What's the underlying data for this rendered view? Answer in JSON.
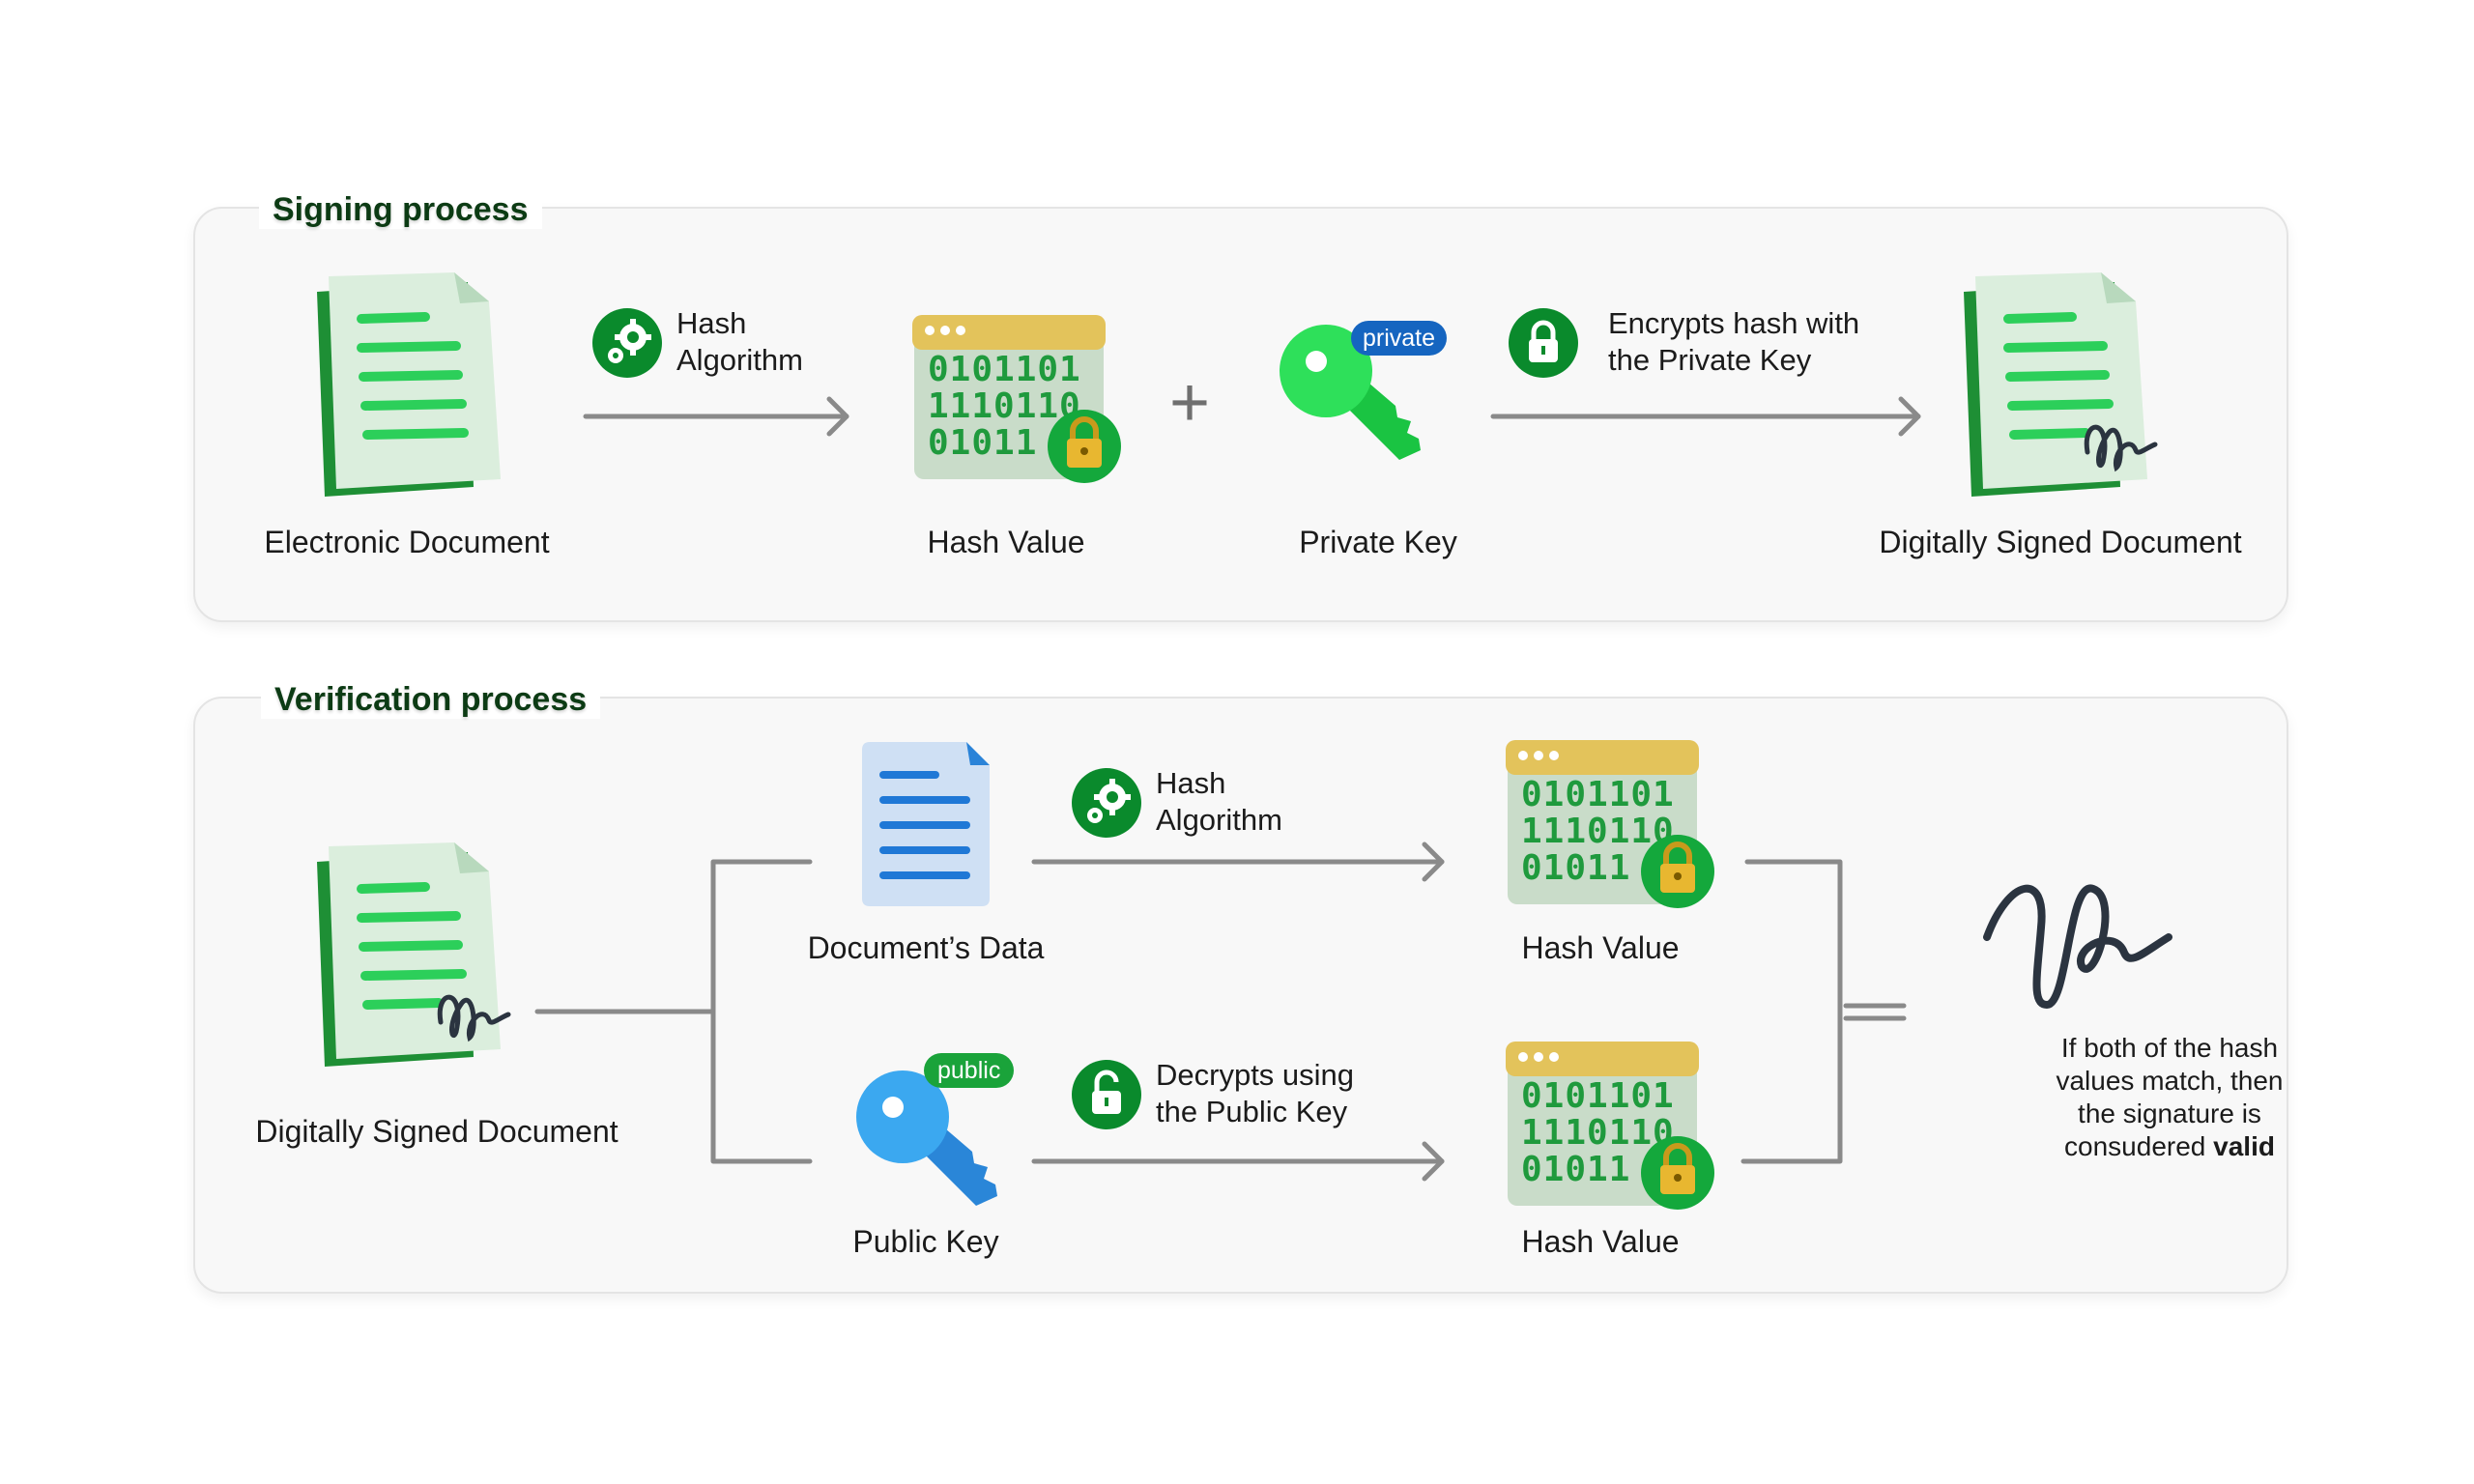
{
  "signing": {
    "title": "Signing process",
    "electronic_document": "Electronic Document",
    "hash_algorithm_1": "Hash",
    "hash_algorithm_2": "Algorithm",
    "hash_value": "Hash Value",
    "plus": "+",
    "private_badge": "private",
    "private_key": "Private Key",
    "encrypt_1": "Encrypts hash with",
    "encrypt_2": "the Private Key",
    "signed_document": "Digitally Signed Document",
    "binary_lines": [
      "0101101",
      "1110110",
      "01011"
    ]
  },
  "verification": {
    "title": "Verification process",
    "signed_document": "Digitally Signed Document",
    "documents_data": "Document’s Data",
    "hash_algorithm_1": "Hash",
    "hash_algorithm_2": "Algorithm",
    "hash_value_top": "Hash Value",
    "public_badge": "public",
    "public_key": "Public Key",
    "decrypt_1": "Decrypts using",
    "decrypt_2": "the Public Key",
    "hash_value_bottom": "Hash Value",
    "result_text_1": "If both of the hash",
    "result_text_2": "values match, then",
    "result_text_3": "the signature is",
    "result_text_4": "consudered",
    "result_text_valid": "valid",
    "binary_lines": [
      "0101101",
      "1110110",
      "01011"
    ]
  },
  "colors": {
    "green": "#1aa33a",
    "dark_green": "#0a7a22",
    "private_blue": "#1565c0",
    "public_blue": "#2e9be8",
    "line_gray": "#8a8a8a",
    "gold": "#e3c35b"
  }
}
